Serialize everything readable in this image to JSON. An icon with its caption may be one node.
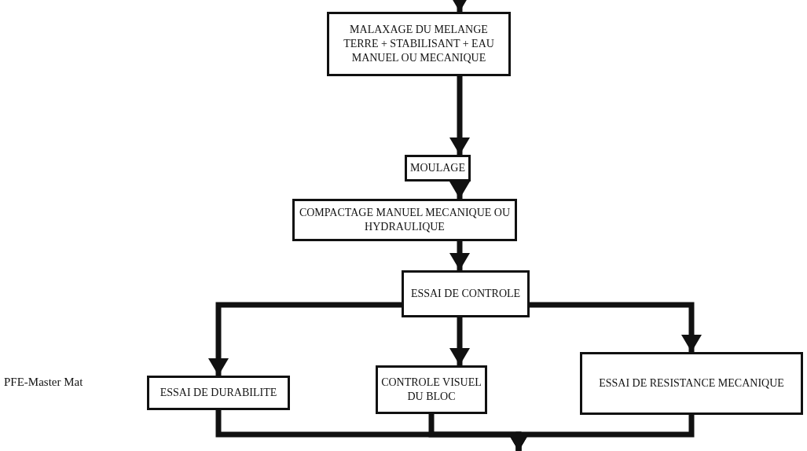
{
  "diagram": {
    "nodes": [
      {
        "text": [
          "MALAXAGE DU MELANGE TERRE + STABILISANT + EAU MANUEL OU MECANIQUE"
        ]
      },
      {
        "text": [
          "MOULAGE"
        ]
      },
      {
        "text": [
          "COMPACTAGE MANUEL MECANIQUE OU HYDRAULIQUE"
        ]
      },
      {
        "text": [
          "ESSAI DE CONTROLE"
        ]
      },
      {
        "text": [
          "ESSAI DE DURABILITE"
        ]
      },
      {
        "text": [
          "CONTROLE VISUEL DU BLOC"
        ]
      },
      {
        "text": [
          "ESSAI DE RESISTANCE MECANIQUE"
        ]
      }
    ],
    "edges": [
      {
        "from": null,
        "to": 0,
        "arrow": "to"
      },
      {
        "from": 0,
        "to": 1,
        "arrow": "to"
      },
      {
        "from": 1,
        "to": 2,
        "arrow": "to"
      },
      {
        "from": 2,
        "to": 3,
        "arrow": "to"
      },
      {
        "from": 3,
        "to": 4,
        "arrow": "to"
      },
      {
        "from": 3,
        "to": 5,
        "arrow": "to"
      },
      {
        "from": 3,
        "to": 6,
        "arrow": "to"
      },
      {
        "from": 4,
        "to": null,
        "arrow": "to"
      },
      {
        "from": 5,
        "to": null,
        "arrow": "to"
      },
      {
        "from": 6,
        "to": null,
        "arrow": "to"
      }
    ],
    "labels": [
      "PFE-Master Mat"
    ]
  }
}
